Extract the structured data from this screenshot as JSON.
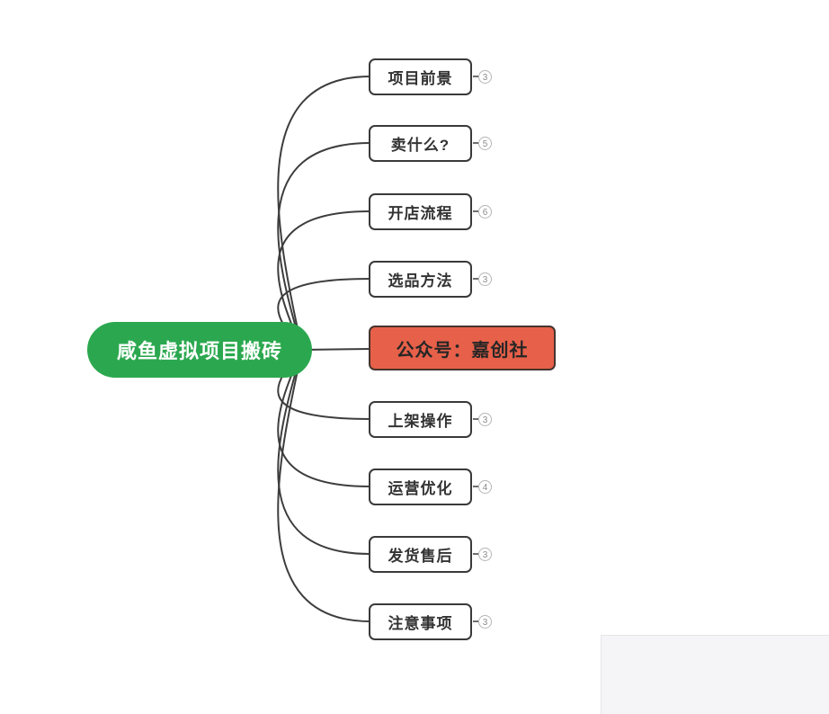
{
  "app": {
    "background_color": "#ffffff",
    "connector_color": "#3d3d3d",
    "badge_ring_color": "#b5b5b5"
  },
  "mindmap": {
    "root": {
      "label": "咸鱼虚拟项目搬砖",
      "fill": "#2ba84f",
      "text_color": "#ffffff"
    },
    "branches": [
      {
        "label": "项目前景",
        "badge": "3"
      },
      {
        "label": "卖什么?",
        "badge": "5"
      },
      {
        "label": "开店流程",
        "badge": "6"
      },
      {
        "label": "选品方法",
        "badge": "3"
      },
      {
        "label": "公众号：嘉创社",
        "badge": null,
        "highlight": true,
        "fill": "#e76049",
        "border_color": "#45342e",
        "text_color": "#262626"
      },
      {
        "label": "上架操作",
        "badge": "3"
      },
      {
        "label": "运营优化",
        "badge": "4"
      },
      {
        "label": "发货售后",
        "badge": "3"
      },
      {
        "label": "注意事项",
        "badge": "3"
      }
    ]
  },
  "bottom_right_panel": {
    "fill": "#f5f5f7"
  }
}
